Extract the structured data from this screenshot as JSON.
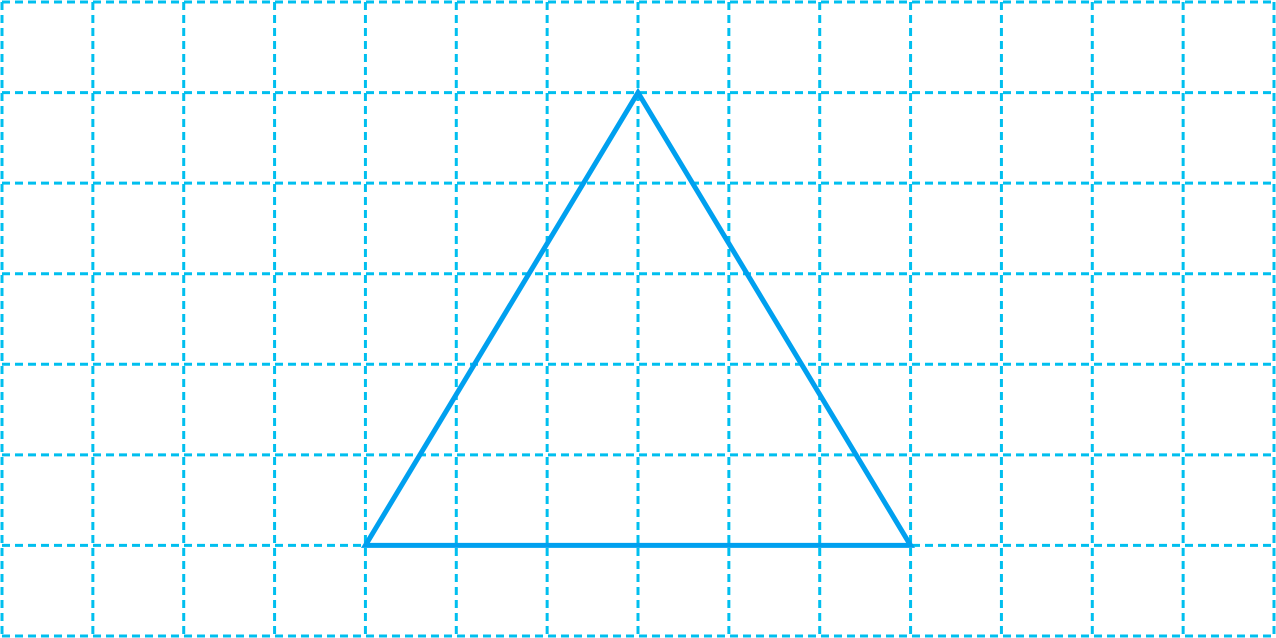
{
  "grid": {
    "columns": 14,
    "rows": 7,
    "line_color": "#00BFEF",
    "style": "dashed"
  },
  "triangle": {
    "stroke_color": "#00A0EF",
    "vertices": [
      {
        "col": 7,
        "row": 1
      },
      {
        "col": 4,
        "row": 6
      },
      {
        "col": 10,
        "row": 6
      }
    ]
  }
}
